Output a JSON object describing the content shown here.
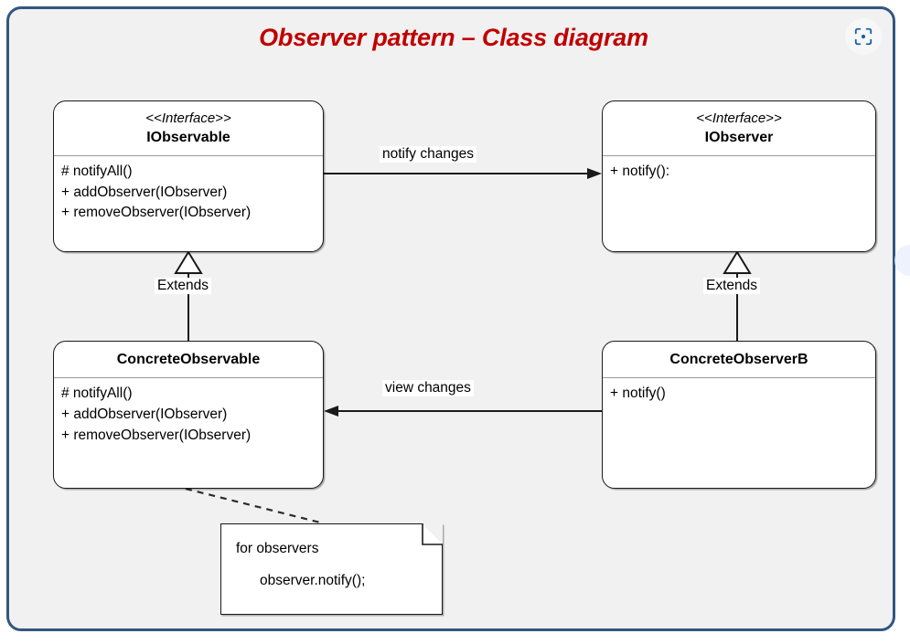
{
  "diagram": {
    "title": "Observer pattern – Class diagram",
    "background_color": "#f1f1f1",
    "border_color": "#32567f",
    "title_color": "#c00000",
    "scan_icon": "scan-focus-icon"
  },
  "classes": [
    {
      "id": "iobservable",
      "stereotype": "<<Interface>>",
      "name": "IObservable",
      "members": [
        "# notifyAll()",
        "+ addObserver(IObserver)",
        "+ removeObserver(IObserver)"
      ]
    },
    {
      "id": "iobserver",
      "stereotype": "<<Interface>>",
      "name": "IObserver",
      "members": [
        "+ notify():"
      ]
    },
    {
      "id": "concreteobservable",
      "stereotype": "",
      "name": "ConcreteObservable",
      "members": [
        "# notifyAll()",
        "+ addObserver(IObserver)",
        "+ removeObserver(IObserver)"
      ]
    },
    {
      "id": "concreteobserverb",
      "stereotype": "",
      "name": "ConcreteObserverB",
      "members": [
        "+ notify()"
      ]
    }
  ],
  "relationships": [
    {
      "id": "notify-changes",
      "label": "notify changes",
      "from": "IObservable",
      "to": "IObserver",
      "type": "association",
      "direction": "right"
    },
    {
      "id": "view-changes",
      "label": "view changes",
      "from": "ConcreteObserverB",
      "to": "ConcreteObservable",
      "type": "association",
      "direction": "left"
    },
    {
      "id": "extends-observable",
      "label": "Extends",
      "from": "ConcreteObservable",
      "to": "IObservable",
      "type": "generalization",
      "direction": "up"
    },
    {
      "id": "extends-observer",
      "label": "Extends",
      "from": "ConcreteObserverB",
      "to": "IObserver",
      "type": "generalization",
      "direction": "up"
    },
    {
      "id": "note-link",
      "label": "",
      "from": "ConcreteObservable",
      "to": "note-observers",
      "type": "dependency-dashed",
      "direction": "none"
    }
  ],
  "note": {
    "id": "note-observers",
    "lines": [
      "for observers",
      "observer.notify();"
    ]
  }
}
